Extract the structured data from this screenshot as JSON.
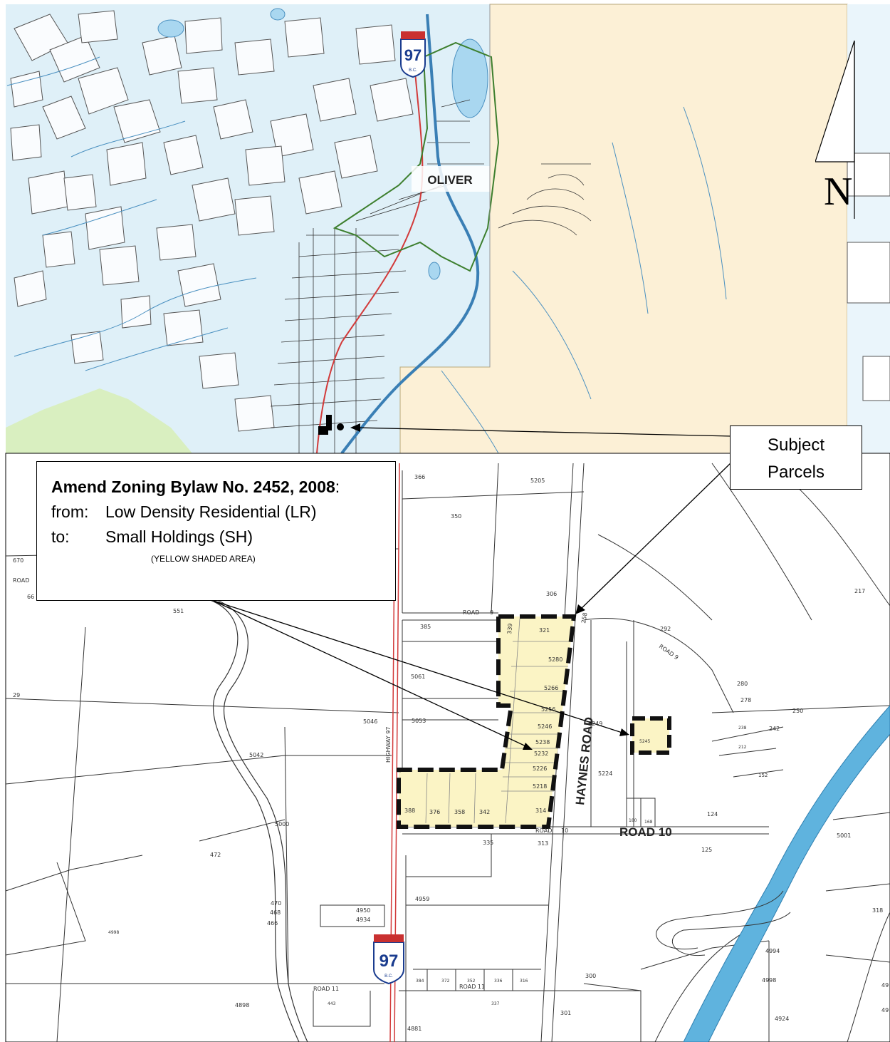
{
  "town_label": "OLIVER",
  "north_label": "N",
  "highway_shield": {
    "number": "97",
    "province": "B.C."
  },
  "callouts": {
    "subject_parcels": {
      "line1": "Subject",
      "line2": "Parcels"
    },
    "bylaw": {
      "title_bold": "Amend Zoning Bylaw No. 2452, 2008",
      "title_suffix": ":",
      "from_key": "from:",
      "from_value": "Low Density Residential (LR)",
      "to_key": "to:",
      "to_value": "Small Holdings (SH)",
      "note": "(YELLOW SHADED AREA)"
    }
  },
  "road_labels": {
    "haynes": "HAYNES ROAD",
    "road10": "ROAD 10",
    "road9_small": "ROAD",
    "road9_num": "9",
    "road10_small": "ROAD",
    "road10_num": "10",
    "road11_small": "ROAD 11",
    "road11_small_b": "ROAD 11",
    "road9_diag": "ROAD 9",
    "road_left": "ROAD",
    "hwy_vertical": "HIGHWAY 97",
    "haynes_small": "258"
  },
  "parcel_numbers": {
    "p366": "366",
    "p5205": "5205",
    "p350": "350",
    "p306": "306",
    "p217": "217",
    "p670": "670",
    "p66": "66",
    "p551": "551",
    "p29": "29",
    "p385": "385",
    "p339": "339",
    "p321": "321",
    "p5280": "5280",
    "p5266": "5266",
    "p5256": "5256",
    "p5246": "5246",
    "p5238": "5238",
    "p5232": "5232",
    "p5226": "5226",
    "p5218": "5218",
    "p314": "314",
    "p388": "388",
    "p376": "376",
    "p358": "358",
    "p342": "342",
    "p5061": "5061",
    "p5053": "5053",
    "p5046": "5046",
    "p5042": "5042",
    "p5000": "5000",
    "p472": "472",
    "p470": "470",
    "p468": "468",
    "p466": "466",
    "p4950": "4950",
    "p4934": "4934",
    "p4959": "4959",
    "p335": "335",
    "p313": "313",
    "p292": "292",
    "p280": "280",
    "p278": "278",
    "p250": "250",
    "p242": "242",
    "p5249": "5249",
    "p5224": "5224",
    "p5245": "5245",
    "p238": "238",
    "p212": "212",
    "p152": "152",
    "p124": "124",
    "p125": "125",
    "p180": "180",
    "p168": "168",
    "p5001": "5001",
    "p318": "318",
    "p4994": "4994",
    "p4998": "4998",
    "p4924": "4924",
    "p300": "300",
    "p301": "301",
    "p337": "337",
    "p4881": "4881",
    "p4898": "4898",
    "p443": "443",
    "p4998b": "4998",
    "p49a": "49",
    "p49b": "49",
    "p384": "384",
    "p372": "372",
    "p352": "352",
    "p336": "336",
    "p316": "316"
  }
}
